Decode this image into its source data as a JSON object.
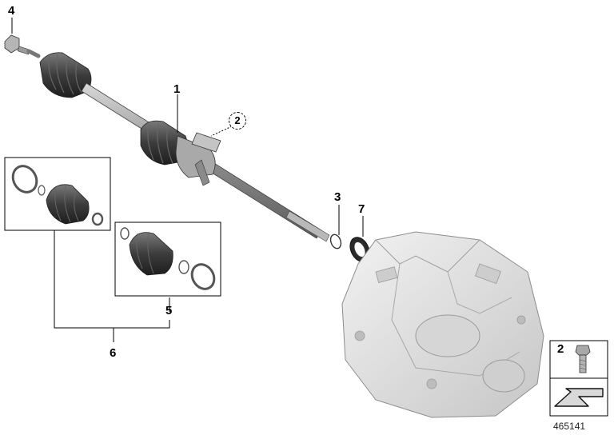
{
  "callouts": {
    "drive_shaft": "1",
    "bolt_ref": "2",
    "snap_ring": "3",
    "nut": "4",
    "outer_boot_kit": "5",
    "boot_kit_set": "6",
    "shaft_seal": "7"
  },
  "legend_box": {
    "bolt_label": "2"
  },
  "diagram_id": "465141",
  "colors": {
    "stroke": "#000000",
    "part_gray": "#9a9a9a",
    "boot_dark": "#3a3a3a",
    "housing_light": "#e4e4e4"
  }
}
